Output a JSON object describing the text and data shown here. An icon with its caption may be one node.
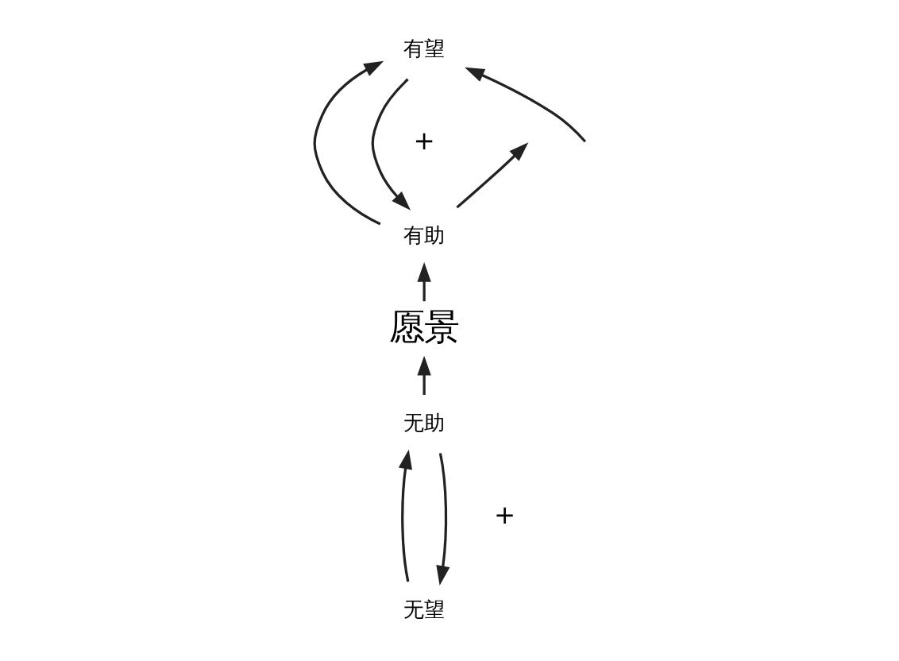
{
  "diagram": {
    "nodes": [
      {
        "text": [
          "有望"
        ]
      },
      {
        "text": [
          "有助"
        ]
      },
      {
        "text": [
          "愿景"
        ]
      },
      {
        "text": [
          "无助"
        ]
      },
      {
        "text": [
          "无望"
        ]
      }
    ],
    "edges": [
      {
        "from": 1,
        "to": 0,
        "arrow": "to"
      },
      {
        "from": 1,
        "to": null,
        "arrow": "to"
      },
      {
        "from": 0,
        "to": 1,
        "arrow": "to"
      },
      {
        "from": null,
        "to": 0,
        "arrow": "to"
      },
      {
        "from": 2,
        "to": 1,
        "arrow": "to"
      },
      {
        "from": 3,
        "to": 2,
        "arrow": "to"
      },
      {
        "from": 4,
        "to": 3,
        "arrow": "to"
      },
      {
        "from": 3,
        "to": 4,
        "arrow": "to"
      }
    ],
    "labels": [
      "+",
      "+"
    ]
  }
}
